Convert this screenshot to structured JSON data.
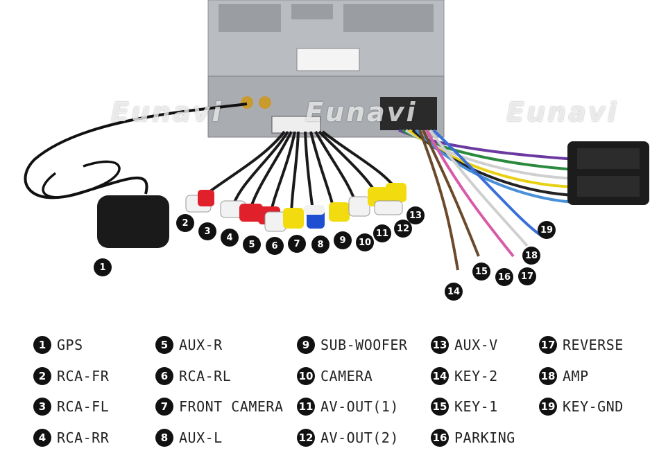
{
  "watermark": "Eunavi",
  "colors": {
    "callout": "#111111",
    "rca_red": "#e0202a",
    "rca_white": "#f2f2f2",
    "rca_yellow": "#f2dc10",
    "rca_blue": "#1f4fd1",
    "unit_metal": "#b9bcc0"
  },
  "callouts": [
    "1",
    "2",
    "3",
    "4",
    "5",
    "6",
    "7",
    "8",
    "9",
    "10",
    "11",
    "12",
    "13",
    "14",
    "15",
    "16",
    "17",
    "18",
    "19"
  ],
  "legend": [
    {
      "num": "1",
      "label": "GPS"
    },
    {
      "num": "2",
      "label": "RCA-FR"
    },
    {
      "num": "3",
      "label": "RCA-FL"
    },
    {
      "num": "4",
      "label": "RCA-RR"
    },
    {
      "num": "5",
      "label": "AUX-R"
    },
    {
      "num": "6",
      "label": "RCA-RL"
    },
    {
      "num": "7",
      "label": "FRONT CAMERA"
    },
    {
      "num": "8",
      "label": "AUX-L"
    },
    {
      "num": "9",
      "label": "SUB-WOOFER"
    },
    {
      "num": "10",
      "label": "CAMERA"
    },
    {
      "num": "11",
      "label": "AV-OUT(1)"
    },
    {
      "num": "12",
      "label": "AV-OUT(2)"
    },
    {
      "num": "13",
      "label": "AUX-V"
    },
    {
      "num": "14",
      "label": "KEY-2"
    },
    {
      "num": "15",
      "label": "KEY-1"
    },
    {
      "num": "16",
      "label": "PARKING"
    },
    {
      "num": "17",
      "label": "REVERSE"
    },
    {
      "num": "18",
      "label": "AMP"
    },
    {
      "num": "19",
      "label": "KEY-GND"
    }
  ]
}
